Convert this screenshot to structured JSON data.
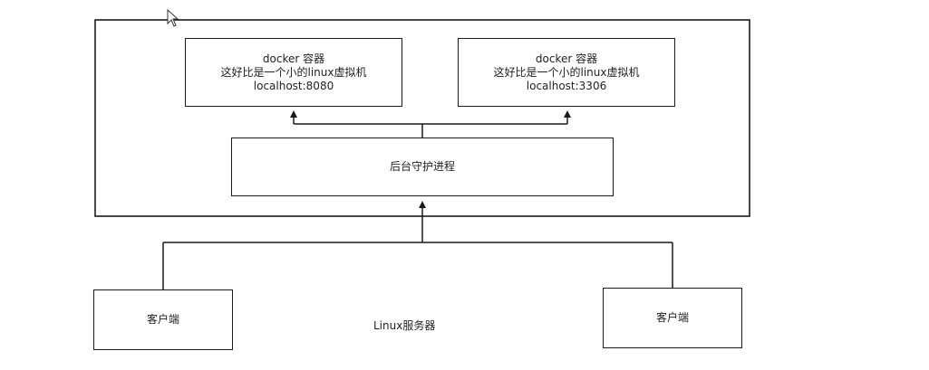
{
  "diagram": {
    "server_label": "Linux服务器",
    "container_left": {
      "title": "docker 容器",
      "desc": "这好比是一个小的linux虚拟机",
      "address": "localhost:8080"
    },
    "container_right": {
      "title": "docker 容器",
      "desc": "这好比是一个小的linux虚拟机",
      "address": "localhost:3306"
    },
    "daemon": {
      "label": "后台守护进程"
    },
    "client_left": {
      "label": "客户端"
    },
    "client_right": {
      "label": "客户端"
    },
    "icons": {
      "cursor": "mouse-pointer-icon"
    }
  }
}
